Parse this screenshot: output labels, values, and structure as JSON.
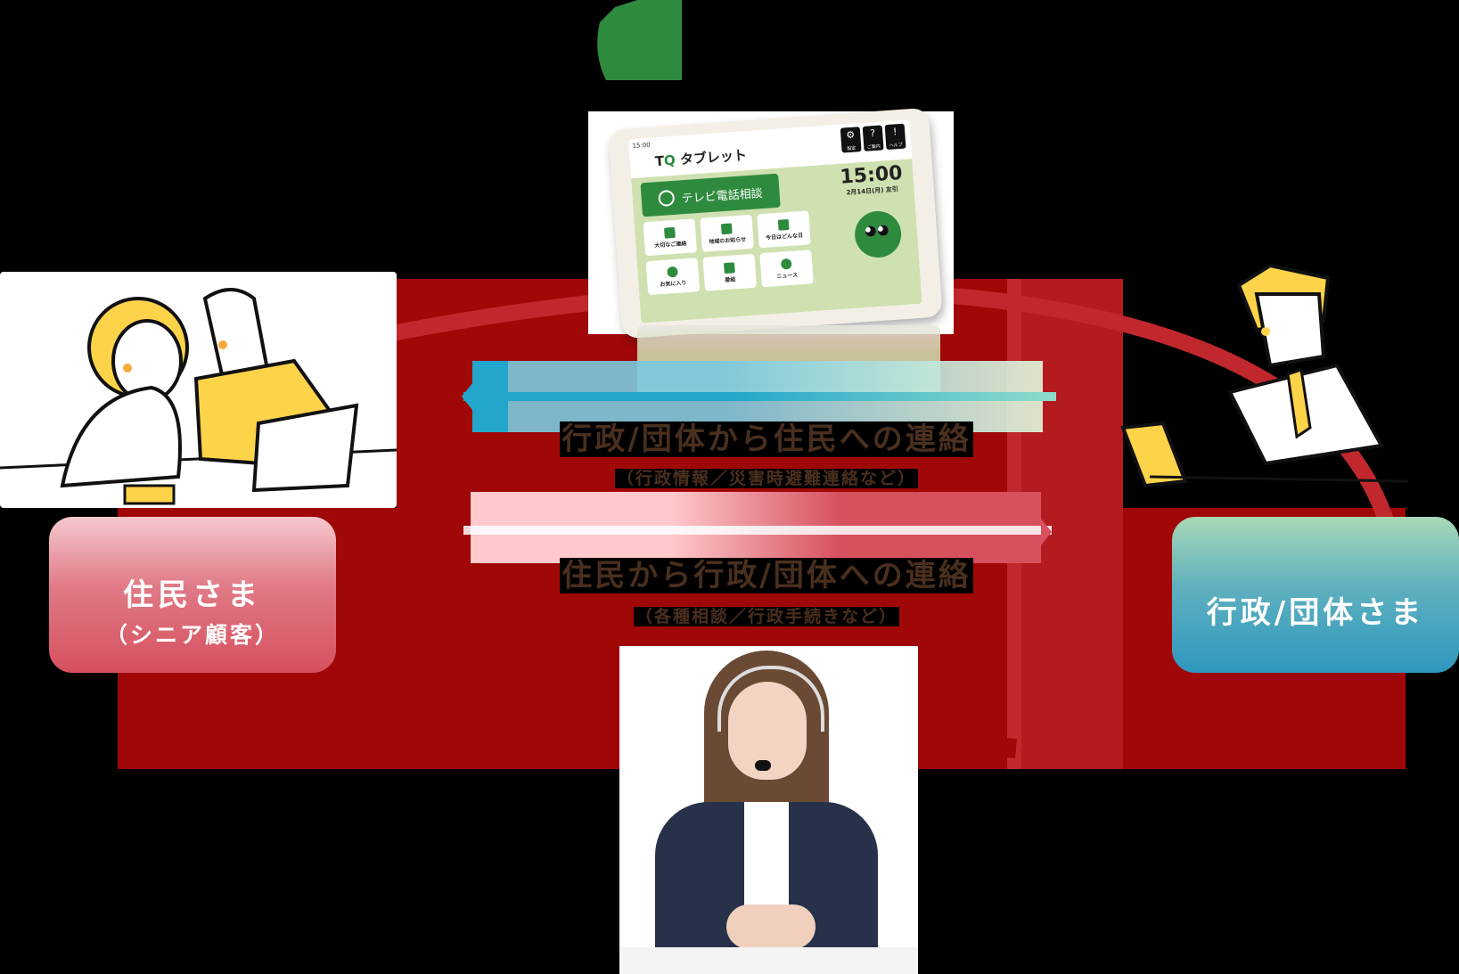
{
  "diagram": {
    "title_logo": "tq-logo-icon",
    "colors": {
      "background": "#000000",
      "red_frame": "#a00808",
      "brand_green": "#2e8b3e",
      "resident_label": "#d6505e",
      "government_label": "#2e98be",
      "flow_blue": "#23a6cb",
      "text_brown": "#4a2f1e"
    },
    "parties": {
      "resident": {
        "label": "住民さま",
        "sublabel": "（シニア顧客）"
      },
      "government": {
        "label": "行政/団体さま"
      },
      "operator": {
        "role": "operator-photo"
      }
    },
    "flows": [
      {
        "direction": "right-to-left",
        "headline": "行政/団体から住民への連絡",
        "detail": "（行政情報／災害時避難連絡など）",
        "color": "#23a6cb"
      },
      {
        "direction": "left-to-right",
        "headline": "住民から行政/団体への連絡",
        "detail": "（各種相談／行政手続きなど）",
        "color": "#d6505e"
      }
    ],
    "tablet": {
      "status_time": "15:00",
      "brand": {
        "t": "T",
        "q": "Q",
        "name": "タブレット"
      },
      "header_buttons": [
        {
          "icon": "⚙",
          "label": "設定"
        },
        {
          "icon": "?",
          "label": "ご案内"
        },
        {
          "icon": "!",
          "label": "ヘルプ"
        }
      ],
      "tv_call_label": "テレビ電話相談",
      "clock_time": "15:00",
      "clock_date": "2月14日(月) 友引",
      "tiles": [
        {
          "label": "大切なご連絡",
          "icon": "megaphone-icon"
        },
        {
          "label": "地域のお知らせ",
          "icon": "document-icon"
        },
        {
          "label": "今日はどんな日",
          "icon": "calendar-icon"
        },
        {
          "label": "お気に入り",
          "icon": "heart-icon"
        },
        {
          "label": "番組",
          "icon": "monitor-icon"
        },
        {
          "label": "ニュース",
          "icon": "news-icon"
        }
      ]
    }
  }
}
